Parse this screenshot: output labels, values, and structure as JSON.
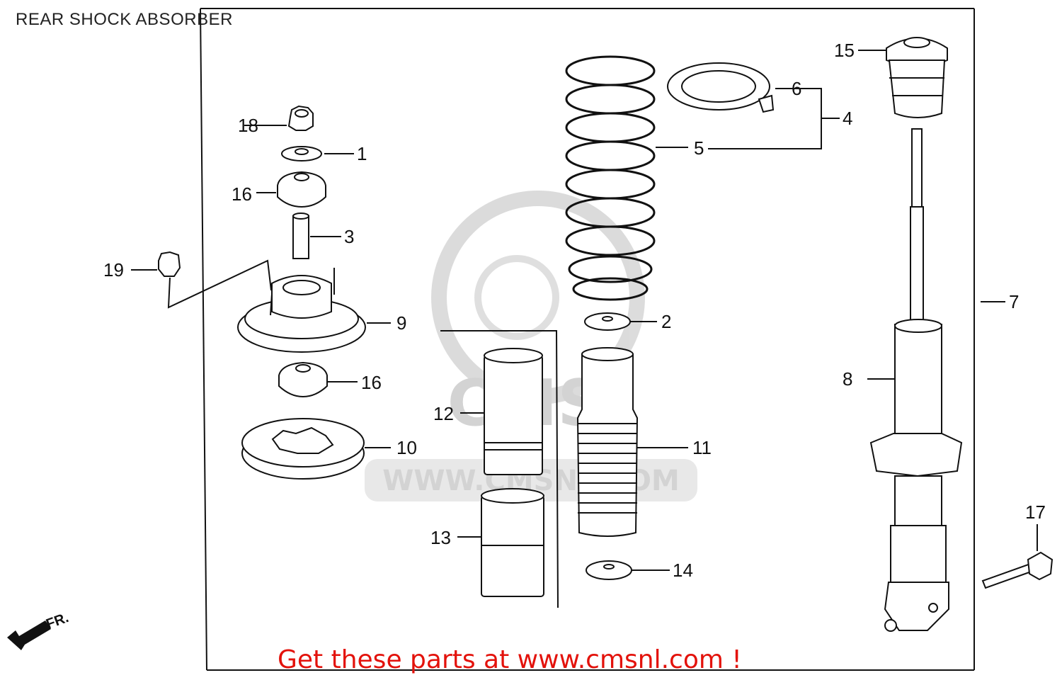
{
  "title": "REAR SHOCK ABSORBER",
  "direction_label": "FR.",
  "watermark": "WWW.CMSNL.COM",
  "footer_text": "Get these parts at www.cmsnl.com !",
  "colors": {
    "footer": "#e3120b",
    "ink": "#111111",
    "watermark": "#cfcfcf"
  },
  "callouts": {
    "c1": "1",
    "c2": "2",
    "c3": "3",
    "c4": "4",
    "c5": "5",
    "c6": "6",
    "c7": "7",
    "c8": "8",
    "c9": "9",
    "c10": "10",
    "c11": "11",
    "c12": "12",
    "c13": "13",
    "c14": "14",
    "c15": "15",
    "c16a": "16",
    "c16b": "16",
    "c17": "17",
    "c18": "18",
    "c19": "19"
  }
}
